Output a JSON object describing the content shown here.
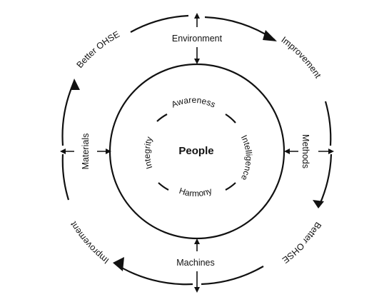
{
  "center": {
    "label": "People"
  },
  "inner_ring": {
    "top": "Awareness",
    "right": "Intelligence",
    "bottom": "Harmony",
    "left": "Integrity"
  },
  "middle_factors": {
    "top": "Environment",
    "right": "Methods",
    "bottom": "Machines",
    "left": "Materials"
  },
  "outer_cycle": {
    "top_right": "Improvement",
    "bottom_right": "Better OHSE",
    "bottom_left": "Improvement",
    "top_left": "Better OHSE"
  },
  "colors": {
    "ink": "#111111",
    "background": "#ffffff"
  }
}
